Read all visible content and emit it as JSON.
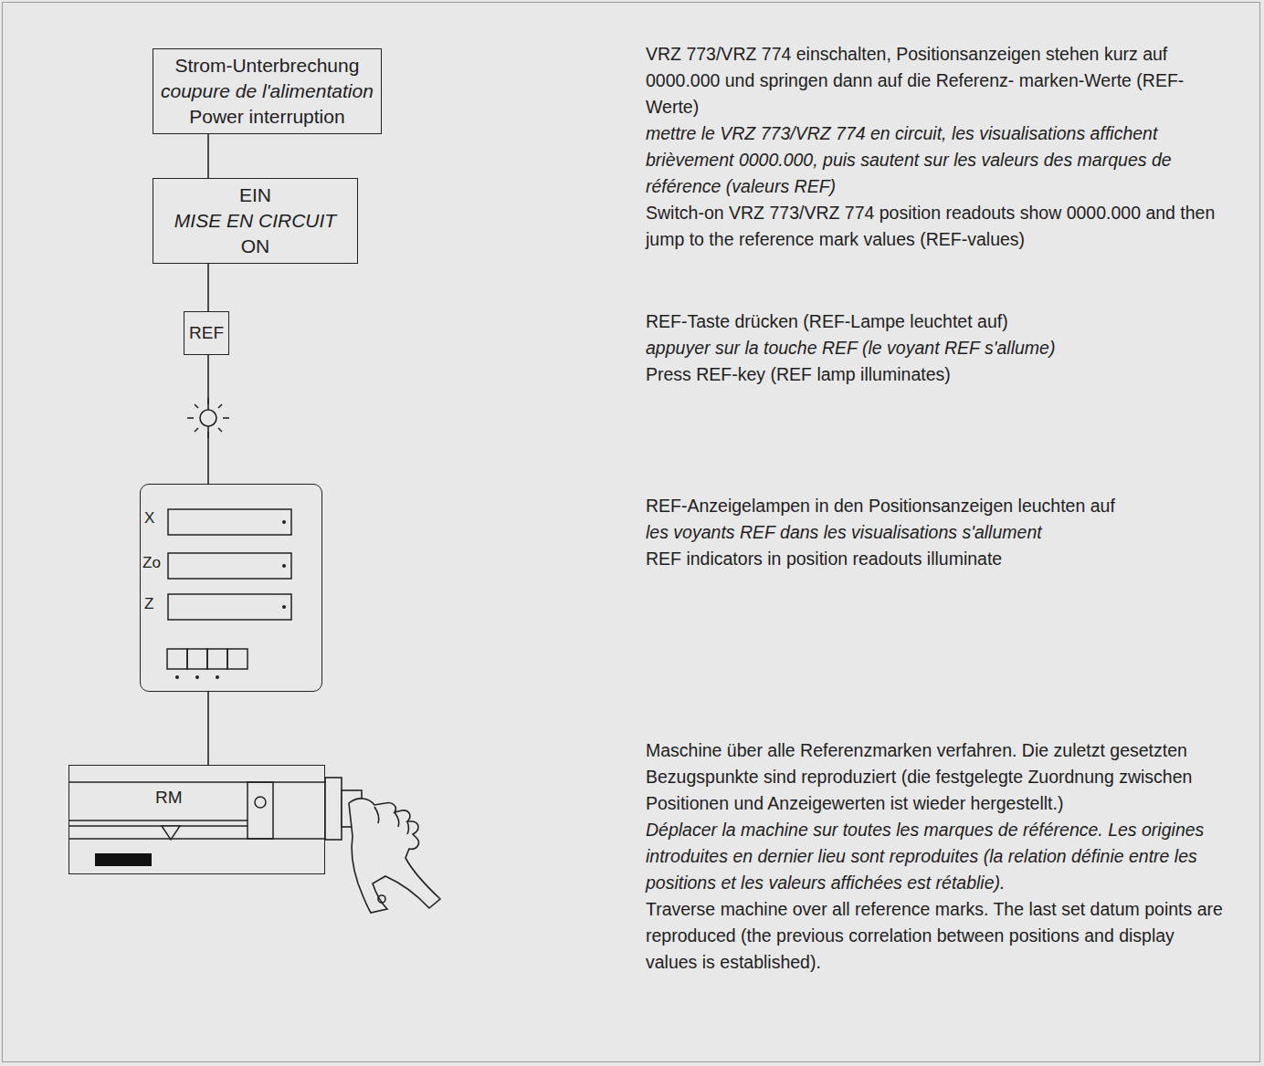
{
  "diagram": {
    "nodes": [
      {
        "text": [
          "Strom-Unterbrechung",
          "coupure de l'alimentation",
          "Power interruption"
        ]
      },
      {
        "text": [
          "EIN",
          "MISE EN CIRCUIT",
          "ON"
        ]
      },
      {
        "text": [
          "REF"
        ]
      },
      {
        "text": [
          "X",
          "Zo",
          "Z"
        ]
      },
      {
        "text": [
          "RM"
        ]
      }
    ],
    "edges": [
      {
        "from": 0,
        "to": 1,
        "arrow": "none"
      },
      {
        "from": 1,
        "to": 2,
        "arrow": "none"
      },
      {
        "from": 2,
        "to": 3,
        "arrow": "none"
      },
      {
        "from": 3,
        "to": 4,
        "arrow": "none"
      }
    ],
    "labels": [
      "VRZ 773/VRZ 774 einschalten, Positionsanzeigen stehen kurz auf 0000.000 und springen dann auf die Referenz- marken-Werte (REF-Werte)",
      "mettre le VRZ 773/VRZ 774 en circuit, les visualisations affichent brièvement 0000.000, puis sautent sur les valeurs des marques de référence (valeurs REF)",
      "Switch-on VRZ 773/VRZ 774 position readouts show 0000.000 and then jump to the reference mark values (REF-values)",
      "REF-Taste drücken (REF-Lampe leuchtet auf)",
      "appuyer sur la touche REF (le voyant REF s'allume)",
      "Press REF-key (REF lamp illuminates)",
      "REF-Anzeigelampen in den Positionsanzeigen leuchten auf",
      "les voyants REF dans les visualisations s'allument",
      "REF indicators in position readouts illuminate",
      "Maschine über alle Referenzmarken verfahren. Die zuletzt gesetzten Bezugspunkte sind reproduziert (die festgelegte Zuordnung zwischen Positionen und Anzeigewerten ist wieder hergestellt.)",
      "Déplacer la machine sur toutes les marques de référence. Les origines introduites en dernier lieu sont reproduites (la relation définie entre les positions et les valeurs affichées est rétablie).",
      "Traverse machine over all reference marks. The last set datum points are reproduced (the previous correlation between positions and display values is established)."
    ]
  }
}
